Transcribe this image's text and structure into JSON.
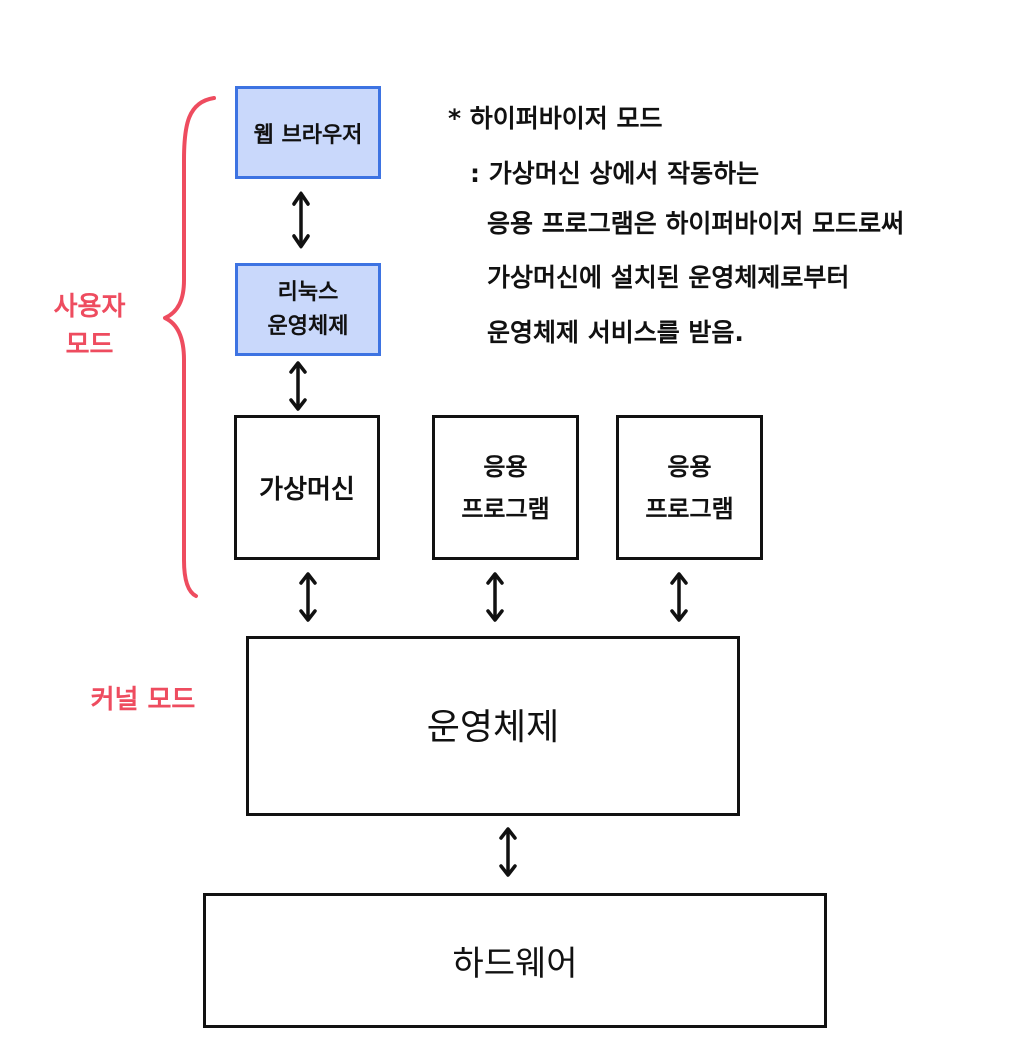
{
  "boxes": {
    "web_browser": "웹 브라우저",
    "linux_line1": "리눅스",
    "linux_line2": "운영체제",
    "virtual_machine": "가상머신",
    "app_line1": "응용",
    "app_line2": "프로그램",
    "operating_system": "운영체제",
    "hardware": "하드웨어"
  },
  "modes": {
    "user_line1": "사용자",
    "user_line2": "모드",
    "kernel": "커널 모드"
  },
  "note": {
    "title": "* 하이퍼바이저 모드",
    "line1": ": 가상머신 상에서 작동하는",
    "line2": "응용 프로그램은  하이퍼바이저 모드로써",
    "line3": "가상머신에 설치된 운영체제로부터",
    "line4": "운영체제 서비스를  받음."
  },
  "colors": {
    "accent_red": "#ee4c5f",
    "box_blue_fill": "#c9d8fb",
    "box_blue_border": "#3d73e2",
    "highlight_orange": "#f6b14a"
  }
}
